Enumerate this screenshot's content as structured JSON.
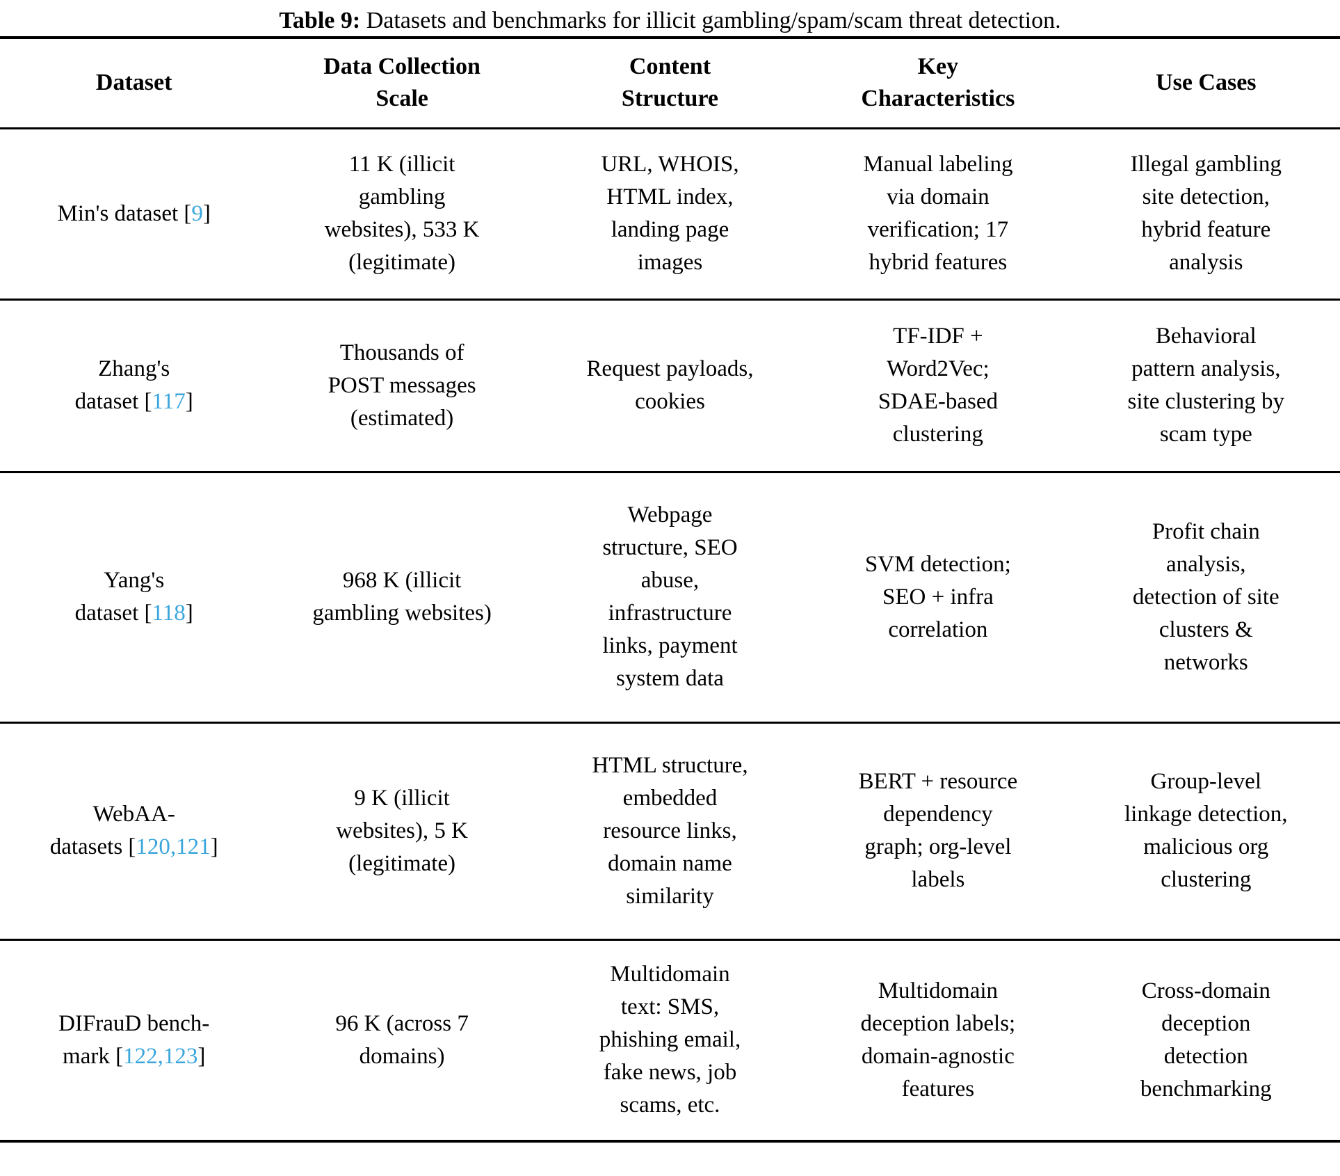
{
  "colors": {
    "text": "#000000",
    "rule": "#000000",
    "citation": "#3aa6dc"
  },
  "title": {
    "label": "Table 9:",
    "text": "Datasets and benchmarks for illicit gambling/spam/scam threat detection."
  },
  "table": {
    "columns": [
      "Dataset",
      "Data Collection\nScale",
      "Content\nStructure",
      "Key\nCharacteristics",
      "Use Cases"
    ],
    "rows": [
      {
        "dataset": {
          "name": "Min's dataset",
          "refs": [
            "9"
          ]
        },
        "scale": "11 K (illicit\ngambling\nwebsites), 533 K\n(legitimate)",
        "content_structure": "URL, WHOIS,\nHTML index,\nlanding page\nimages",
        "key_characteristics": "Manual labeling\nvia domain\nverification; 17\nhybrid features",
        "use_cases": "Illegal gambling\nsite detection,\nhybrid feature\nanalysis"
      },
      {
        "dataset": {
          "name": "Zhang's\ndataset",
          "refs": [
            "117"
          ]
        },
        "scale": "Thousands of\nPOST messages\n(estimated)",
        "content_structure": "Request payloads,\ncookies",
        "key_characteristics": "TF-IDF +\nWord2Vec;\nSDAE-based\nclustering",
        "use_cases": "Behavioral\npattern analysis,\nsite clustering by\nscam type"
      },
      {
        "dataset": {
          "name": "Yang's\ndataset",
          "refs": [
            "118"
          ]
        },
        "scale": "968 K (illicit\ngambling websites)",
        "content_structure": "Webpage\nstructure, SEO\nabuse,\ninfrastructure\nlinks, payment\nsystem data",
        "key_characteristics": "SVM detection;\nSEO + infra\ncorrelation",
        "use_cases": "Profit chain\nanalysis,\ndetection of site\nclusters &\nnetworks"
      },
      {
        "dataset": {
          "name": "WebAA-\ndatasets",
          "refs": [
            "120",
            "121"
          ]
        },
        "scale": "9 K (illicit\nwebsites), 5 K\n(legitimate)",
        "content_structure": "HTML structure,\nembedded\nresource links,\ndomain name\nsimilarity",
        "key_characteristics": "BERT + resource\ndependency\ngraph; org-level\nlabels",
        "use_cases": "Group-level\nlinkage detection,\nmalicious org\nclustering"
      },
      {
        "dataset": {
          "name": "DIFrauD bench-\nmark",
          "refs": [
            "122",
            "123"
          ]
        },
        "scale": "96 K (across 7\ndomains)",
        "content_structure": "Multidomain\ntext: SMS,\nphishing email,\nfake news, job\nscams, etc.",
        "key_characteristics": "Multidomain\ndeception labels;\ndomain-agnostic\nfeatures",
        "use_cases": "Cross-domain\ndeception\ndetection\nbenchmarking"
      }
    ]
  }
}
